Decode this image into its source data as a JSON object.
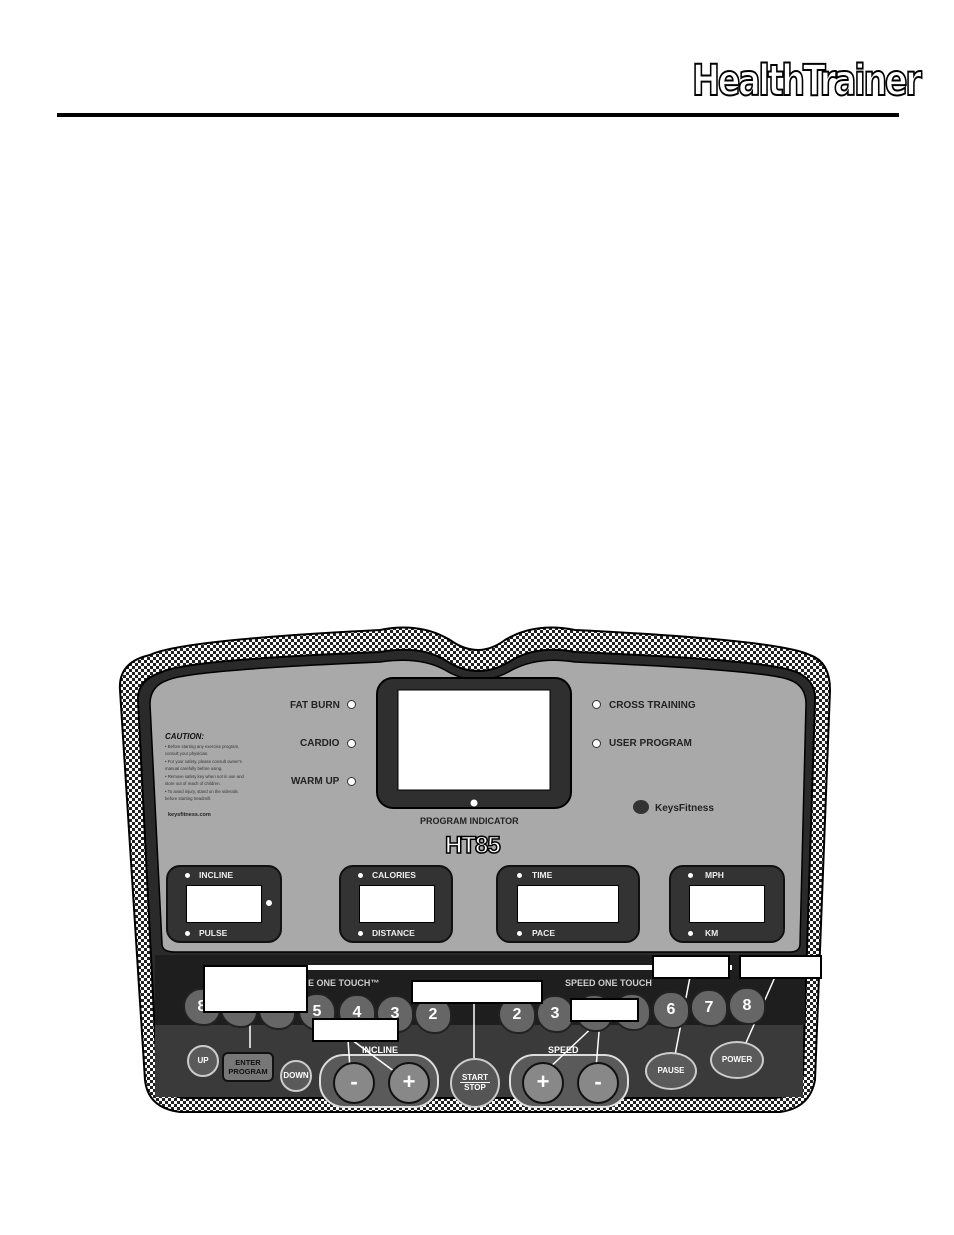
{
  "header": {
    "logo_text": "HealthTrainer"
  },
  "console": {
    "program_labels_left": [
      "FAT BURN",
      "CARDIO",
      "WARM UP"
    ],
    "program_labels_right": [
      "CROSS TRAINING",
      "USER PROGRAM"
    ],
    "program_indicator": "PROGRAM INDICATOR",
    "model": "HT85",
    "brand": "KeysFitness",
    "caution": {
      "title": "CAUTION:",
      "lines": [
        "• Before starting any exercise program,",
        "  consult your physician.",
        "• For your safety, please consult owner's",
        "  manual carefully before using.",
        "• Remove safety key when not in use and",
        "  store out of reach of children.",
        "• To avoid injury, stand on the siderails",
        "  before starting treadmill."
      ],
      "website": "keysfitness.com"
    },
    "displays": [
      {
        "top": "INCLINE",
        "bottom": "PULSE"
      },
      {
        "top": "CALORIES",
        "bottom": "DISTANCE"
      },
      {
        "top": "TIME",
        "bottom": "PACE"
      },
      {
        "top": "MPH",
        "bottom": "KM"
      }
    ],
    "incline_one_touch_label": "E ONE TOUCH™",
    "speed_one_touch_label": "SPEED ONE TOUCH",
    "incline_keys": [
      "8",
      "5",
      "4",
      "3",
      "2"
    ],
    "speed_keys": [
      "2",
      "3",
      "6",
      "7",
      "8"
    ],
    "buttons": {
      "up": "UP",
      "enter_program": "ENTER\nPROGRAM",
      "down": "DOWN",
      "incline": "INCLINE",
      "incline_minus": "-",
      "incline_plus": "+",
      "start": "START",
      "stop": "STOP",
      "speed": "SPEED",
      "speed_plus": "+",
      "speed_minus": "-",
      "pause": "PAUSE",
      "power": "POWER"
    }
  },
  "colors": {
    "panel_gray": "#a9a9a9",
    "frame": "#111111",
    "dark_panel": "#3a3a3a"
  }
}
